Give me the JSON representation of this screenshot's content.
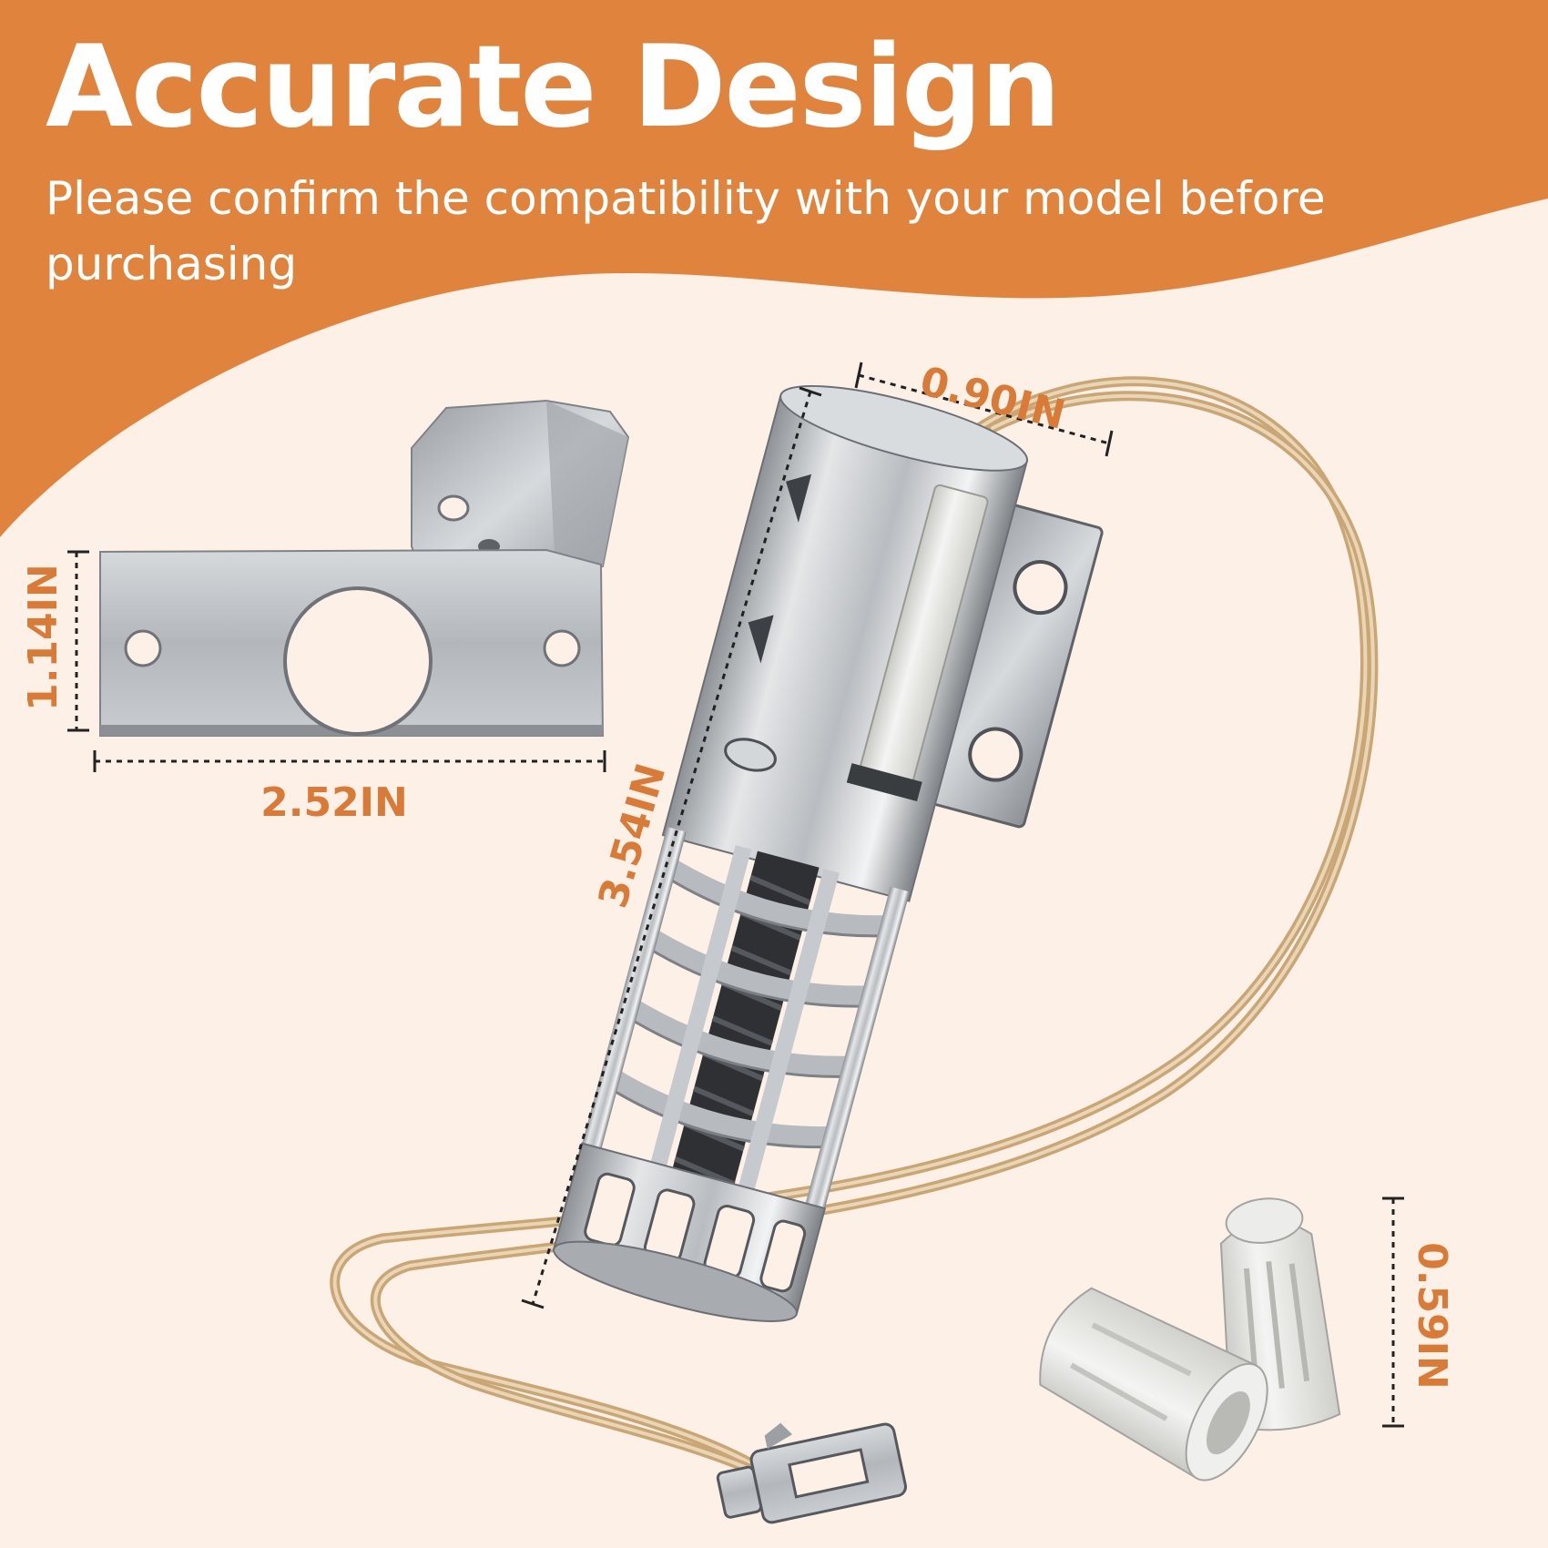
{
  "header": {
    "title": "Accurate Design",
    "subtitle": "Please confirm the compatibility with your model before purchasing"
  },
  "dimensions": {
    "bracket_height": "1.14IN",
    "bracket_width": "2.52IN",
    "igniter_length": "3.54IN",
    "igniter_diameter": "0.90IN",
    "connector_height": "0.59IN"
  },
  "colors": {
    "accent": "#e0843d",
    "background": "#fdf0e6",
    "dimension_text": "#d97a36",
    "title_text": "#ffffff"
  }
}
